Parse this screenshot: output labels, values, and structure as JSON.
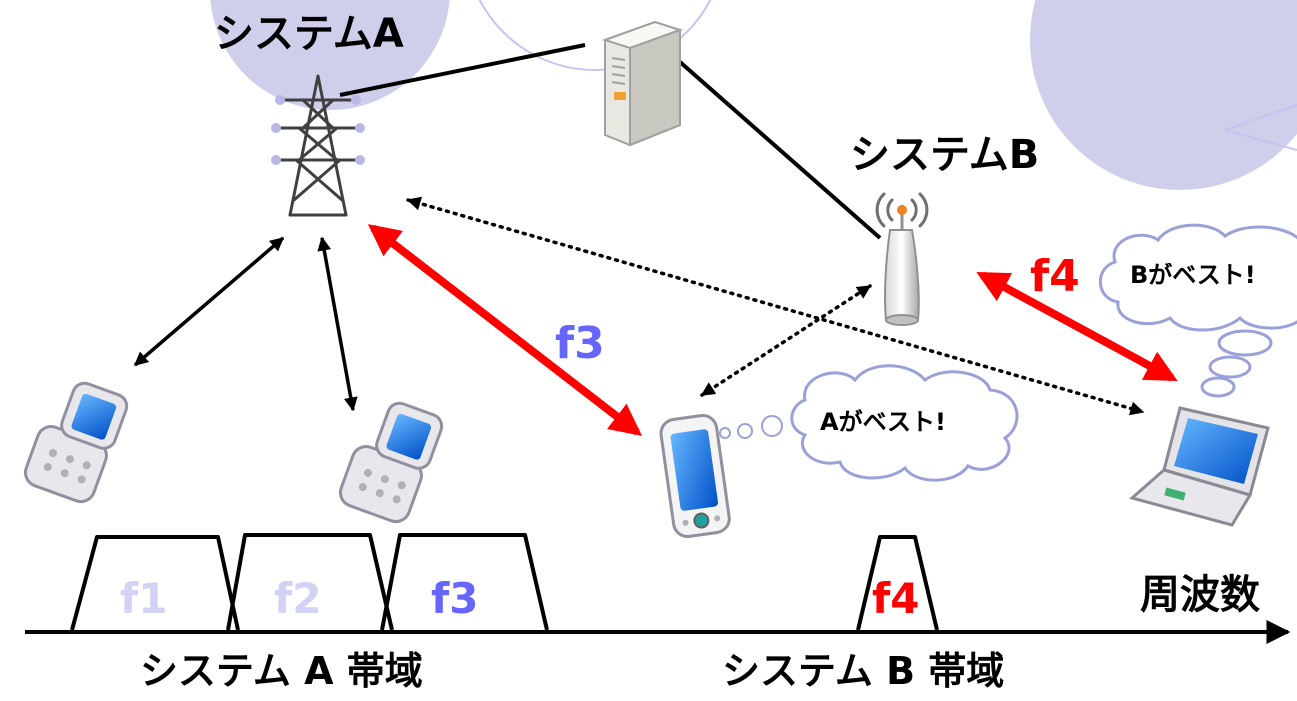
{
  "colors": {
    "accent_red": "#ff0000",
    "accent_blue": "#6666ff",
    "pale_lavender": "#c4c4f0",
    "pale_blue_text": "#d2d2f4",
    "circle_fill": "#cfcfec"
  },
  "labels": {
    "system_a": "システムA",
    "system_b": "システムB",
    "band_a": "システム A 帯域",
    "band_b": "システム B 帯域",
    "frequency_axis": "周波数",
    "thought_a": "Aがベスト!",
    "thought_b": "Bがベスト!",
    "link_f3": "f3",
    "link_f4": "f4"
  },
  "bands": [
    {
      "label": "f1",
      "system": "A",
      "color": "pale"
    },
    {
      "label": "f2",
      "system": "A",
      "color": "pale"
    },
    {
      "label": "f3",
      "system": "A",
      "color": "blue"
    },
    {
      "label": "f4",
      "system": "B",
      "color": "red"
    }
  ],
  "icons": {
    "tower": "transmission-tower-icon",
    "server": "server-icon",
    "antenna": "base-station-antenna-icon",
    "flip_phone": "flip-phone-icon",
    "smartphone": "smartphone-icon",
    "laptop": "laptop-icon"
  }
}
